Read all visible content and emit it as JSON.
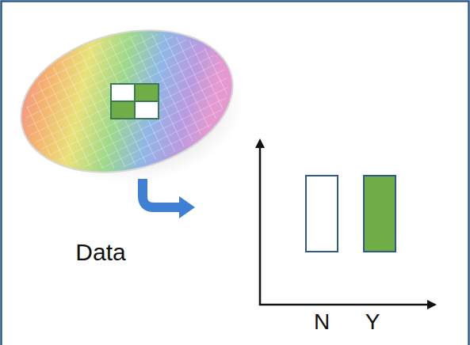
{
  "diagram": {
    "labels": [
      "Data",
      "N",
      "Y"
    ]
  }
}
